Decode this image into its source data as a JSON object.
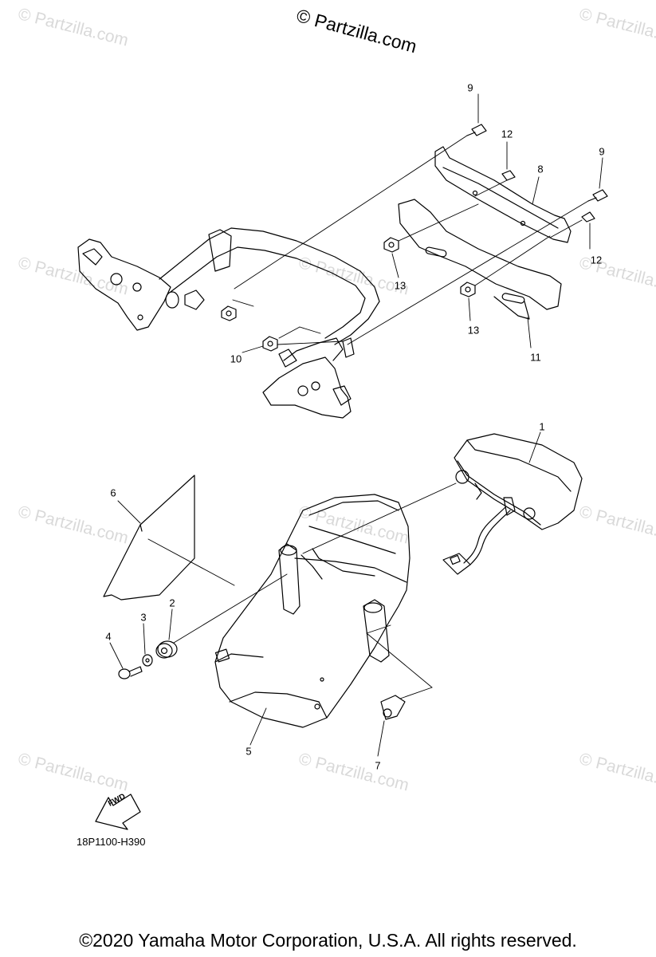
{
  "watermark": {
    "text": "© Partzilla.com"
  },
  "brand": {
    "text": "© Partzilla.com"
  },
  "callouts": {
    "c1": "1",
    "c2": "2",
    "c3": "3",
    "c4": "4",
    "c5": "5",
    "c6": "6",
    "c7": "7",
    "c8": "8",
    "c9a": "9",
    "c9b": "9",
    "c10": "10",
    "c11": "11",
    "c12a": "12",
    "c12b": "12",
    "c13a": "13",
    "c13b": "13"
  },
  "fwd_label": "FWD",
  "diagram_code": "18P1100-H390",
  "copyright": "©2020 Yamaha Motor Corporation, U.S.A. All rights reserved."
}
